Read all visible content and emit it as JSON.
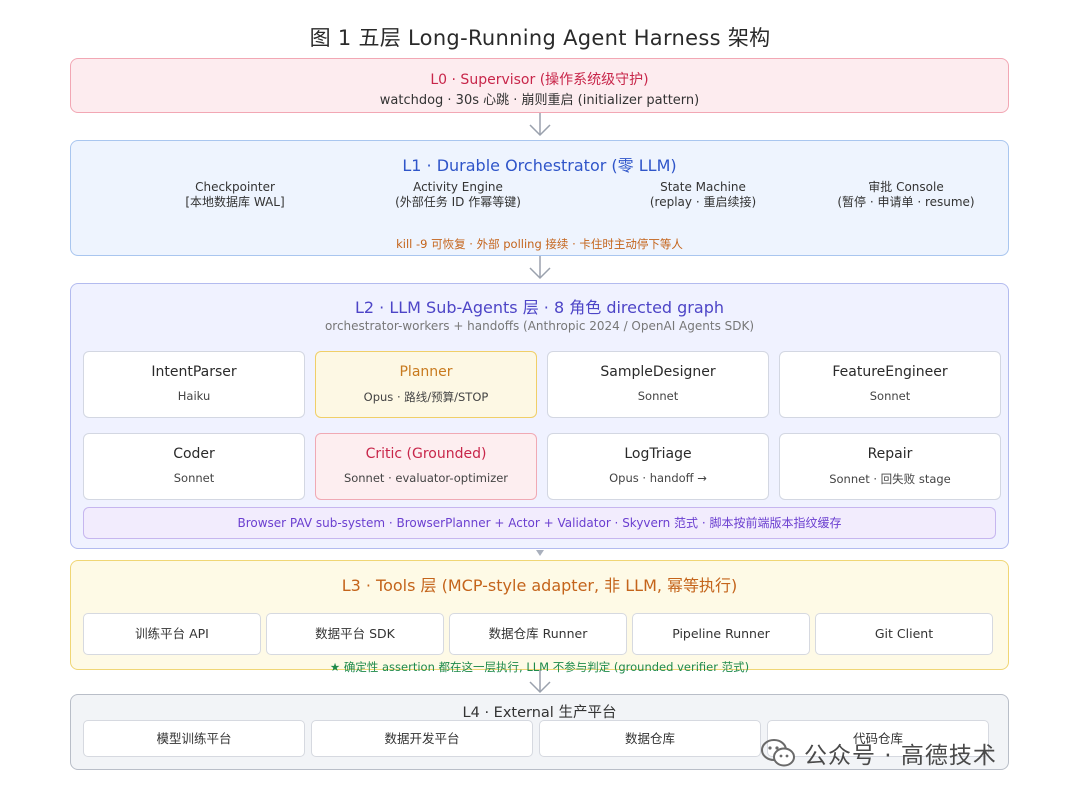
{
  "title": "图 1  五层 Long-Running Agent Harness 架构",
  "l0": {
    "title": "L0 · Supervisor (操作系统级守护)",
    "sub": "watchdog · 30s 心跳 · 崩则重启 (initializer pattern)"
  },
  "l1": {
    "title": "L1 · Durable Orchestrator (零 LLM)",
    "components": [
      {
        "name": "Checkpointer",
        "sub": "[本地数据库 WAL]"
      },
      {
        "name": "Activity Engine",
        "sub": "(外部任务 ID 作幂等键)"
      },
      {
        "name": "State Machine",
        "sub": "(replay · 重启续接)"
      },
      {
        "name": "审批 Console",
        "sub": "(暂停 · 申请单 · resume)"
      }
    ],
    "note": "kill -9 可恢复 · 外部 polling 接续 · 卡住时主动停下等人"
  },
  "l2": {
    "title": "L2 · LLM Sub-Agents 层 · 8 角色 directed graph",
    "sub": "orchestrator-workers + handoffs (Anthropic 2024 / OpenAI Agents SDK)",
    "agents": [
      {
        "name": "IntentParser",
        "model": "Haiku"
      },
      {
        "name": "Planner",
        "model": "Opus · 路线/预算/STOP"
      },
      {
        "name": "SampleDesigner",
        "model": "Sonnet"
      },
      {
        "name": "FeatureEngineer",
        "model": "Sonnet"
      },
      {
        "name": "Coder",
        "model": "Sonnet"
      },
      {
        "name": "Critic (Grounded)",
        "model": "Sonnet · evaluator-optimizer"
      },
      {
        "name": "LogTriage",
        "model": "Opus · handoff →"
      },
      {
        "name": "Repair",
        "model": "Sonnet · 回失败 stage"
      }
    ],
    "pav": "Browser PAV sub-system · BrowserPlanner + Actor + Validator · Skyvern 范式 · 脚本按前端版本指纹缓存"
  },
  "l3": {
    "title": "L3 · Tools 层 (MCP-style adapter, 非 LLM, 幂等执行)",
    "tools": [
      "训练平台 API",
      "数据平台 SDK",
      "数据仓库 Runner",
      "Pipeline Runner",
      "Git Client"
    ],
    "note": "★ 确定性 assertion 都在这一层执行, LLM 不参与判定 (grounded verifier 范式)"
  },
  "l4": {
    "title": "L4 · External 生产平台",
    "platforms": [
      "模型训练平台",
      "数据开发平台",
      "数据仓库",
      "代码仓库"
    ]
  },
  "watermark": "公众号 · 高德技术",
  "colors": {
    "l0": "#c8264a",
    "l1": "#2f55c9",
    "l2": "#4d45c7",
    "l3": "#c4641b",
    "l3_note": "#1e8a4a",
    "pav": "#6b3fd0"
  }
}
